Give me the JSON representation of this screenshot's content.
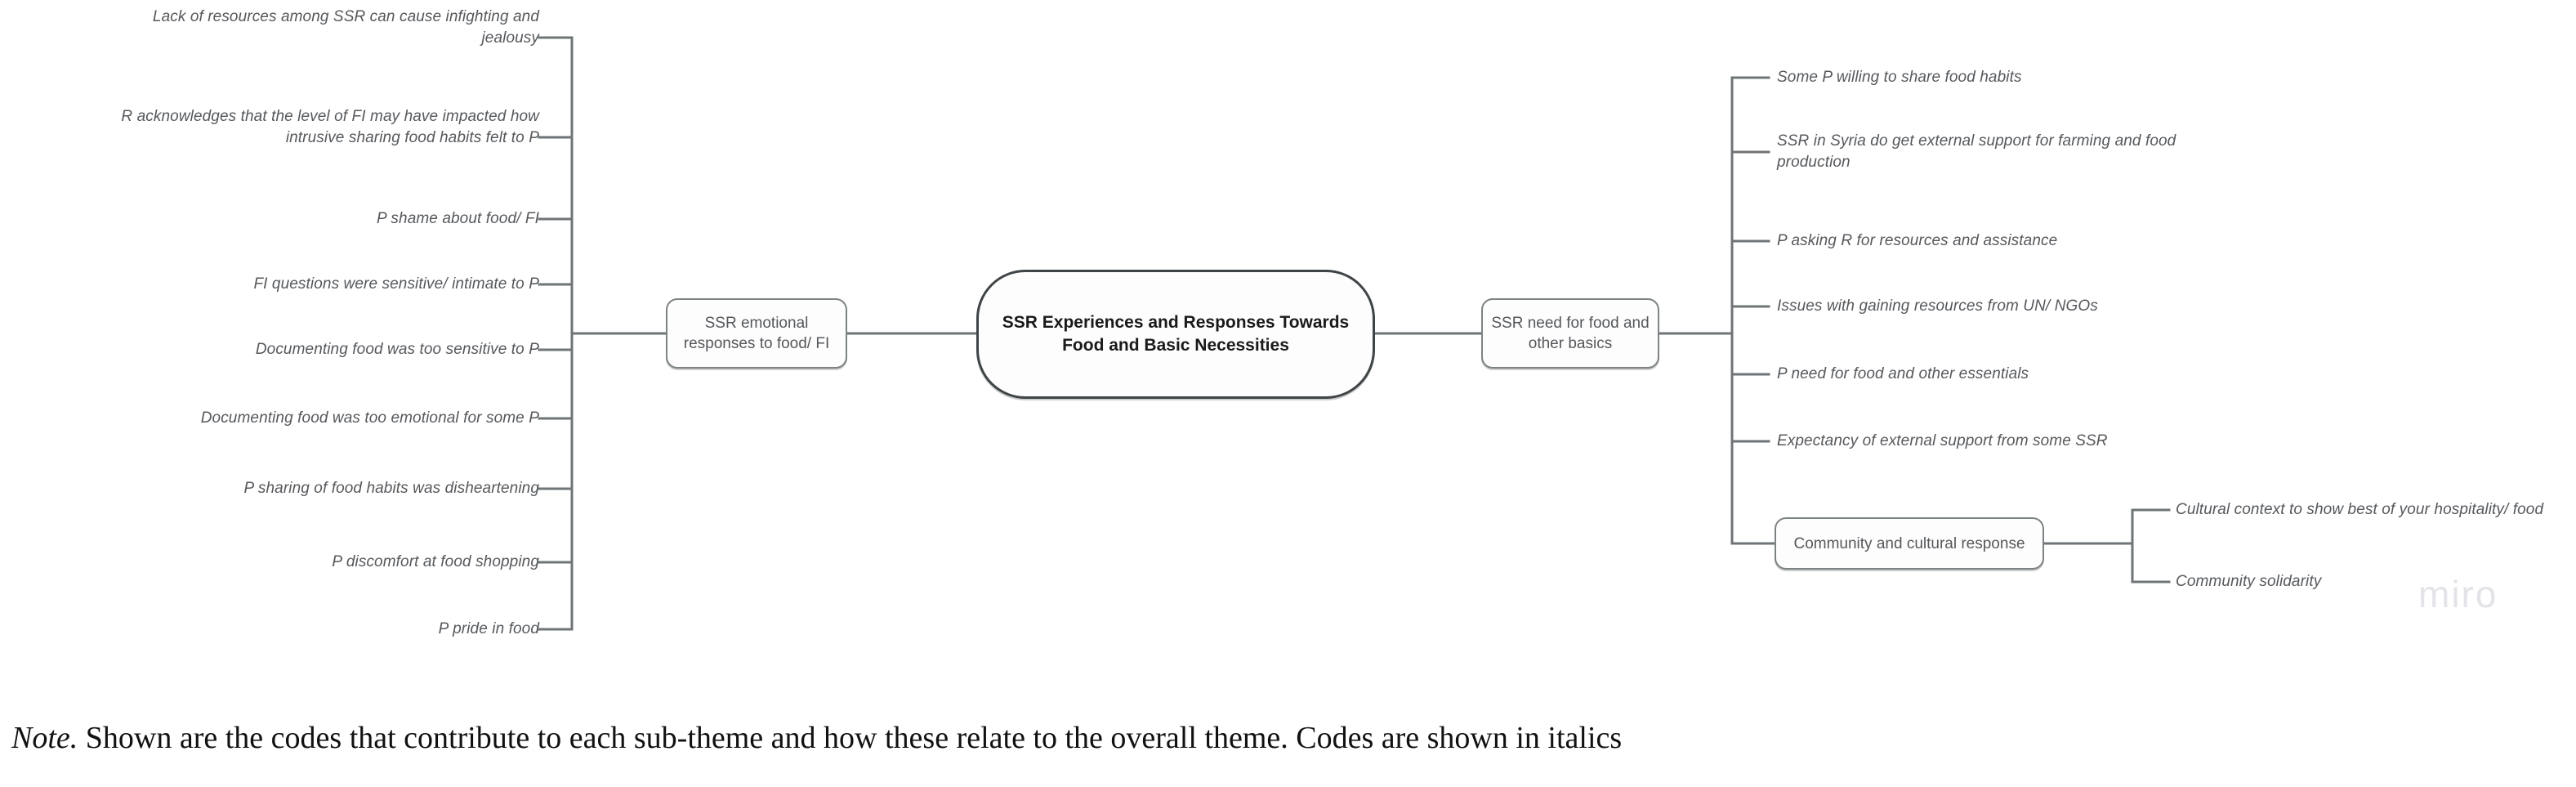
{
  "theme": {
    "label": "SSR Experiences and Responses Towards Food and Basic Necessities"
  },
  "subthemes": [
    {
      "id": "emotional",
      "label": "SSR emotional responses to food/ FI"
    },
    {
      "id": "need",
      "label": "SSR need for food and other basics"
    },
    {
      "id": "community",
      "label": "Community and cultural response"
    }
  ],
  "left_codes": [
    "Lack of resources among SSR can cause infighting and jealousy",
    "R acknowledges that the level of FI may have impacted how intrusive sharing food habits felt to P",
    "P shame about food/ FI",
    "FI questions were sensitive/ intimate to P",
    "Documenting food was too sensitive to P",
    "Documenting food was too emotional for some P",
    "P sharing of food habits was disheartening",
    "P discomfort at food shopping",
    "P pride in food"
  ],
  "right_codes": [
    "Some P willing to share food habits",
    "SSR in Syria do get external support for farming and food production",
    "P asking R for resources and assistance",
    "Issues with gaining resources from UN/ NGOs",
    "P need for food and other essentials",
    "Expectancy of external support from some SSR"
  ],
  "community_codes": [
    "Cultural context to show best of your hospitality/ food",
    "Community solidarity"
  ],
  "watermark": {
    "label": "miro"
  },
  "caption": {
    "note_word": "Note.",
    "text": " Shown are the codes that contribute to each sub-theme and how these relate to the overall theme. Codes are shown in italics"
  },
  "colors": {
    "code_text": "#55585c",
    "node_border": "#7d8285",
    "theme_border": "#3f4447",
    "line": "#6f7477",
    "watermark": "#e3e4e8",
    "caption": "#111111"
  }
}
